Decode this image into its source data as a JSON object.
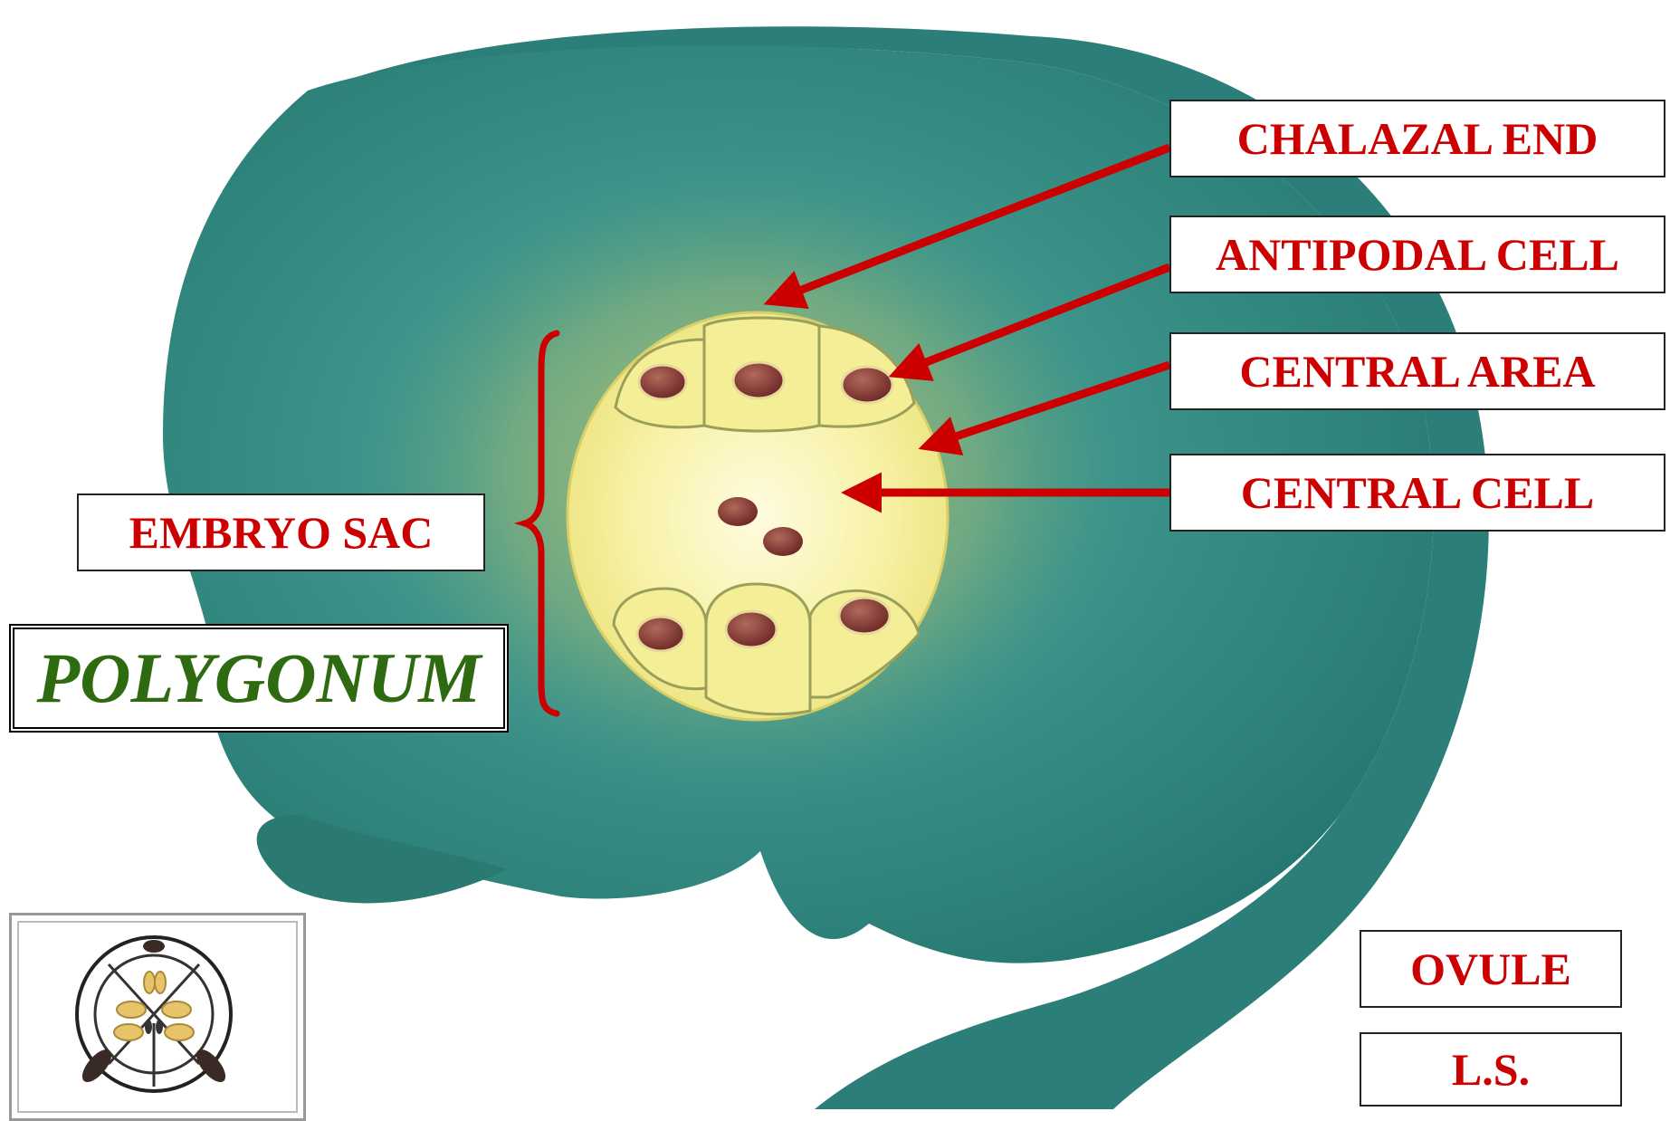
{
  "labels": {
    "chalazal_end": "CHALAZAL END",
    "antipodal_cell": "ANTIPODAL CELL",
    "central_area": "CENTRAL AREA",
    "central_cell": "CENTRAL CELL",
    "embryo_sac": "EMBRYO SAC",
    "ovule": "OVULE",
    "ls": "L.S."
  },
  "title": "POLYGONUM",
  "logo_icon": "flower-diagram-icon",
  "colors": {
    "label_text": "#cc0000",
    "arrow": "#cc0000",
    "title_text": "#2e6a10",
    "ovule_body": "#2f8a82",
    "embryo_sac": "#f4ef9a",
    "nucleus": "#7a2e2e"
  }
}
